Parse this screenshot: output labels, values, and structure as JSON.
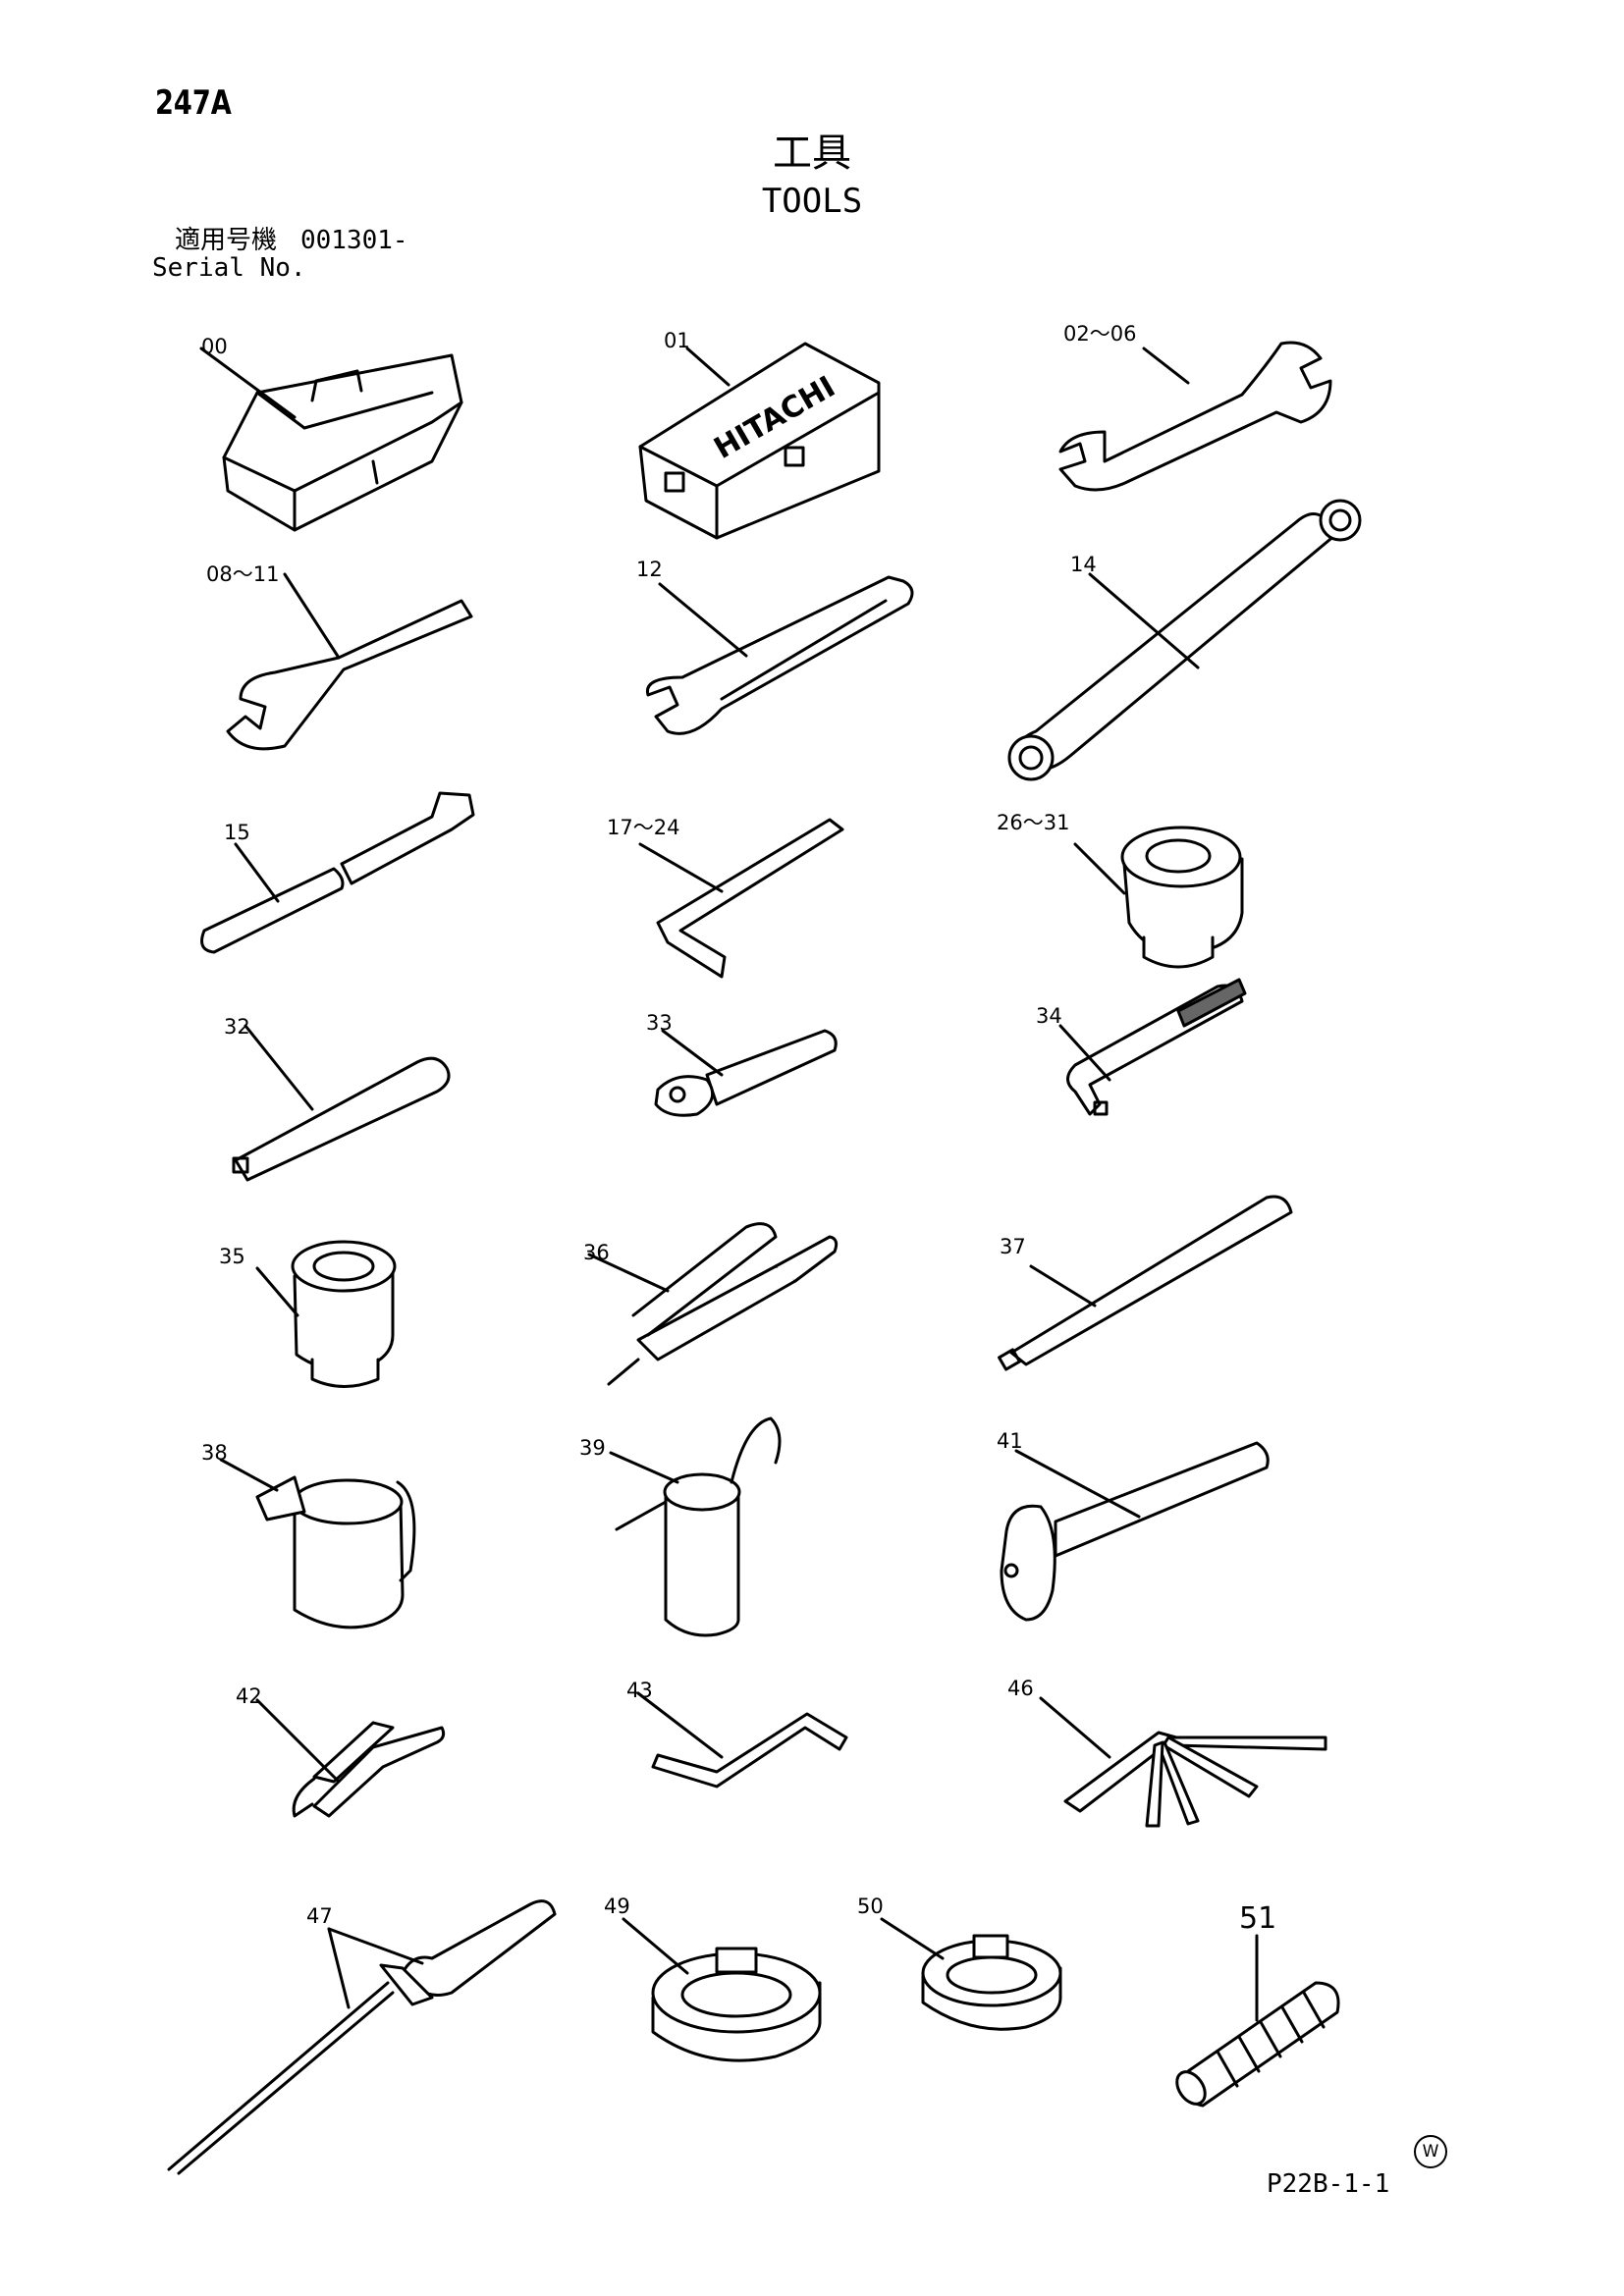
{
  "header": {
    "page_number": "247A",
    "title_ja": "工具",
    "title_en": "TOOLS",
    "serial_label_ja": "適用号機",
    "serial_value": "001301-",
    "serial_label_en": "Serial No."
  },
  "toolbox_brand": "HITACHI",
  "callouts": [
    {
      "id": "00",
      "label": "00"
    },
    {
      "id": "01",
      "label": "01"
    },
    {
      "id": "02",
      "label": "02～06"
    },
    {
      "id": "08",
      "label": "08～11"
    },
    {
      "id": "12",
      "label": "12"
    },
    {
      "id": "14",
      "label": "14"
    },
    {
      "id": "15",
      "label": "15"
    },
    {
      "id": "17",
      "label": "17～24"
    },
    {
      "id": "26",
      "label": "26～31"
    },
    {
      "id": "32",
      "label": "32"
    },
    {
      "id": "33",
      "label": "33"
    },
    {
      "id": "34",
      "label": "34"
    },
    {
      "id": "35",
      "label": "35"
    },
    {
      "id": "36",
      "label": "36"
    },
    {
      "id": "37",
      "label": "37"
    },
    {
      "id": "38",
      "label": "38"
    },
    {
      "id": "39",
      "label": "39"
    },
    {
      "id": "41",
      "label": "41"
    },
    {
      "id": "42",
      "label": "42"
    },
    {
      "id": "43",
      "label": "43"
    },
    {
      "id": "46",
      "label": "46"
    },
    {
      "id": "47",
      "label": "47"
    },
    {
      "id": "49",
      "label": "49"
    },
    {
      "id": "50",
      "label": "50"
    },
    {
      "id": "51",
      "label": "51"
    }
  ],
  "footer": {
    "reference": "P22B-1-1",
    "mark": "W"
  }
}
